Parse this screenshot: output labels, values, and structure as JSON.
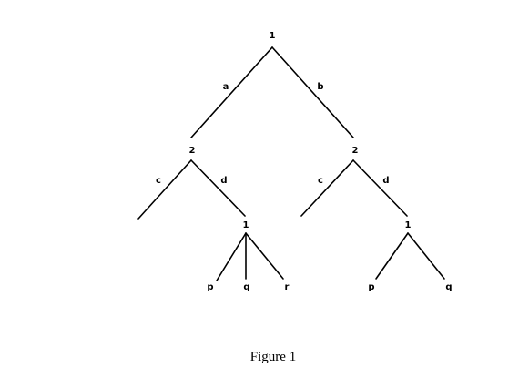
{
  "tree": {
    "nodes": {
      "root": "1",
      "left_node": "2",
      "right_node": "2",
      "left_sub_node": "1",
      "right_sub_node": "1"
    },
    "edges": {
      "root_left": "a",
      "root_right": "b",
      "left_c": "c",
      "left_d": "d",
      "right_c": "c",
      "right_d": "d"
    },
    "terminals": {
      "left_p": "p",
      "left_q": "q",
      "left_r": "r",
      "right_p": "p",
      "right_q": "q"
    }
  },
  "caption": "Figure 1"
}
